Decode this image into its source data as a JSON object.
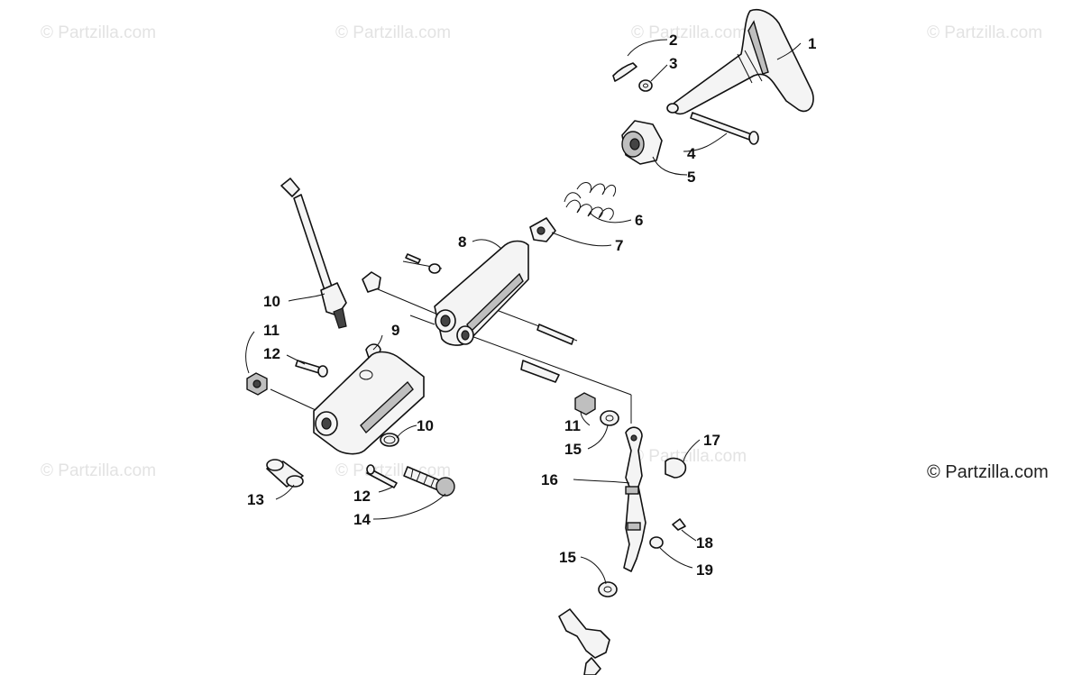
{
  "watermarks": {
    "w1": "© Partzilla.com",
    "w2": "© Partzilla.com",
    "w3": "© Partzilla.com",
    "w4": "© Partzilla.com",
    "w5": "© Partzilla.com",
    "w6": "© Partzilla.com",
    "w7": "© Partzilla.com",
    "corner": "© Partzilla.com"
  },
  "callouts": {
    "c1": "1",
    "c2": "2",
    "c3": "3",
    "c4": "4",
    "c5": "5",
    "c6": "6",
    "c7": "7",
    "c8": "8",
    "c9": "9",
    "c10a": "10",
    "c10b": "10",
    "c11a": "11",
    "c11b": "11",
    "c12a": "12",
    "c12b": "12",
    "c13": "13",
    "c14": "14",
    "c15a": "15",
    "c15b": "15",
    "c16": "16",
    "c17": "17",
    "c18": "18",
    "c19": "19"
  }
}
